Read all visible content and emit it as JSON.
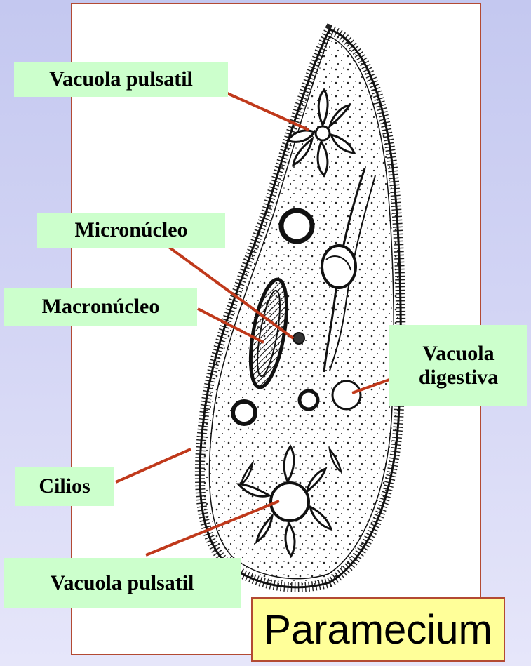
{
  "title": "Paramecium",
  "labels": {
    "vacuola_pulsatil_top": "Vacuola pulsatil",
    "micronucleo": "Micronúcleo",
    "macronucleo": "Macronúcleo",
    "vacuola_digestiva_line1": "Vacuola",
    "vacuola_digestiva_line2": "digestiva",
    "cilios": "Cilios",
    "vacuola_pulsatil_bottom": "Vacuola pulsatil"
  },
  "colors": {
    "background": "#d2d4f4",
    "label_fill": "#ccffcc",
    "title_fill": "#ffff99",
    "leader_line": "#c0391b",
    "frame": "#b34a33"
  }
}
